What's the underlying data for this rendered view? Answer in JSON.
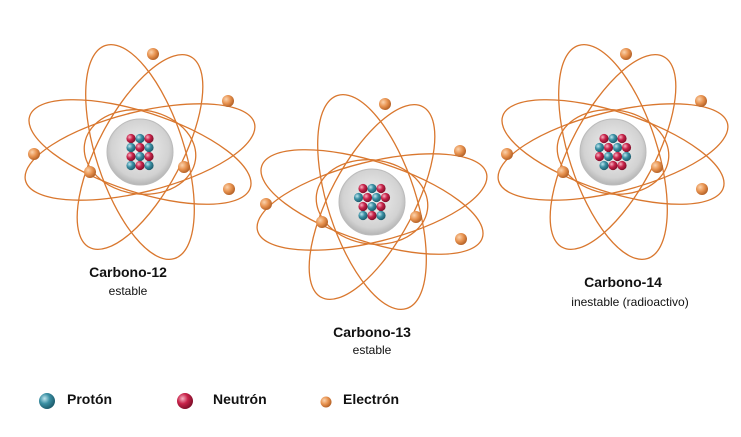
{
  "colors": {
    "orbit": "#d9772e",
    "electron": "#e89350",
    "proton": "#3a8fa3",
    "neutron": "#c8234a",
    "nucleus": "#d4d4d4"
  },
  "atoms": [
    {
      "name": "Carbono-12",
      "status": "estable",
      "protons": 6,
      "neutrons": 6,
      "electrons": 6
    },
    {
      "name": "Carbono-13",
      "status": "estable",
      "protons": 6,
      "neutrons": 7,
      "electrons": 6
    },
    {
      "name": "Carbono-14",
      "status": "inestable (radioactivo)",
      "protons": 6,
      "neutrons": 8,
      "electrons": 6
    }
  ],
  "legend": {
    "proton": "Protón",
    "neutron": "Neutrón",
    "electron": "Electrón"
  }
}
